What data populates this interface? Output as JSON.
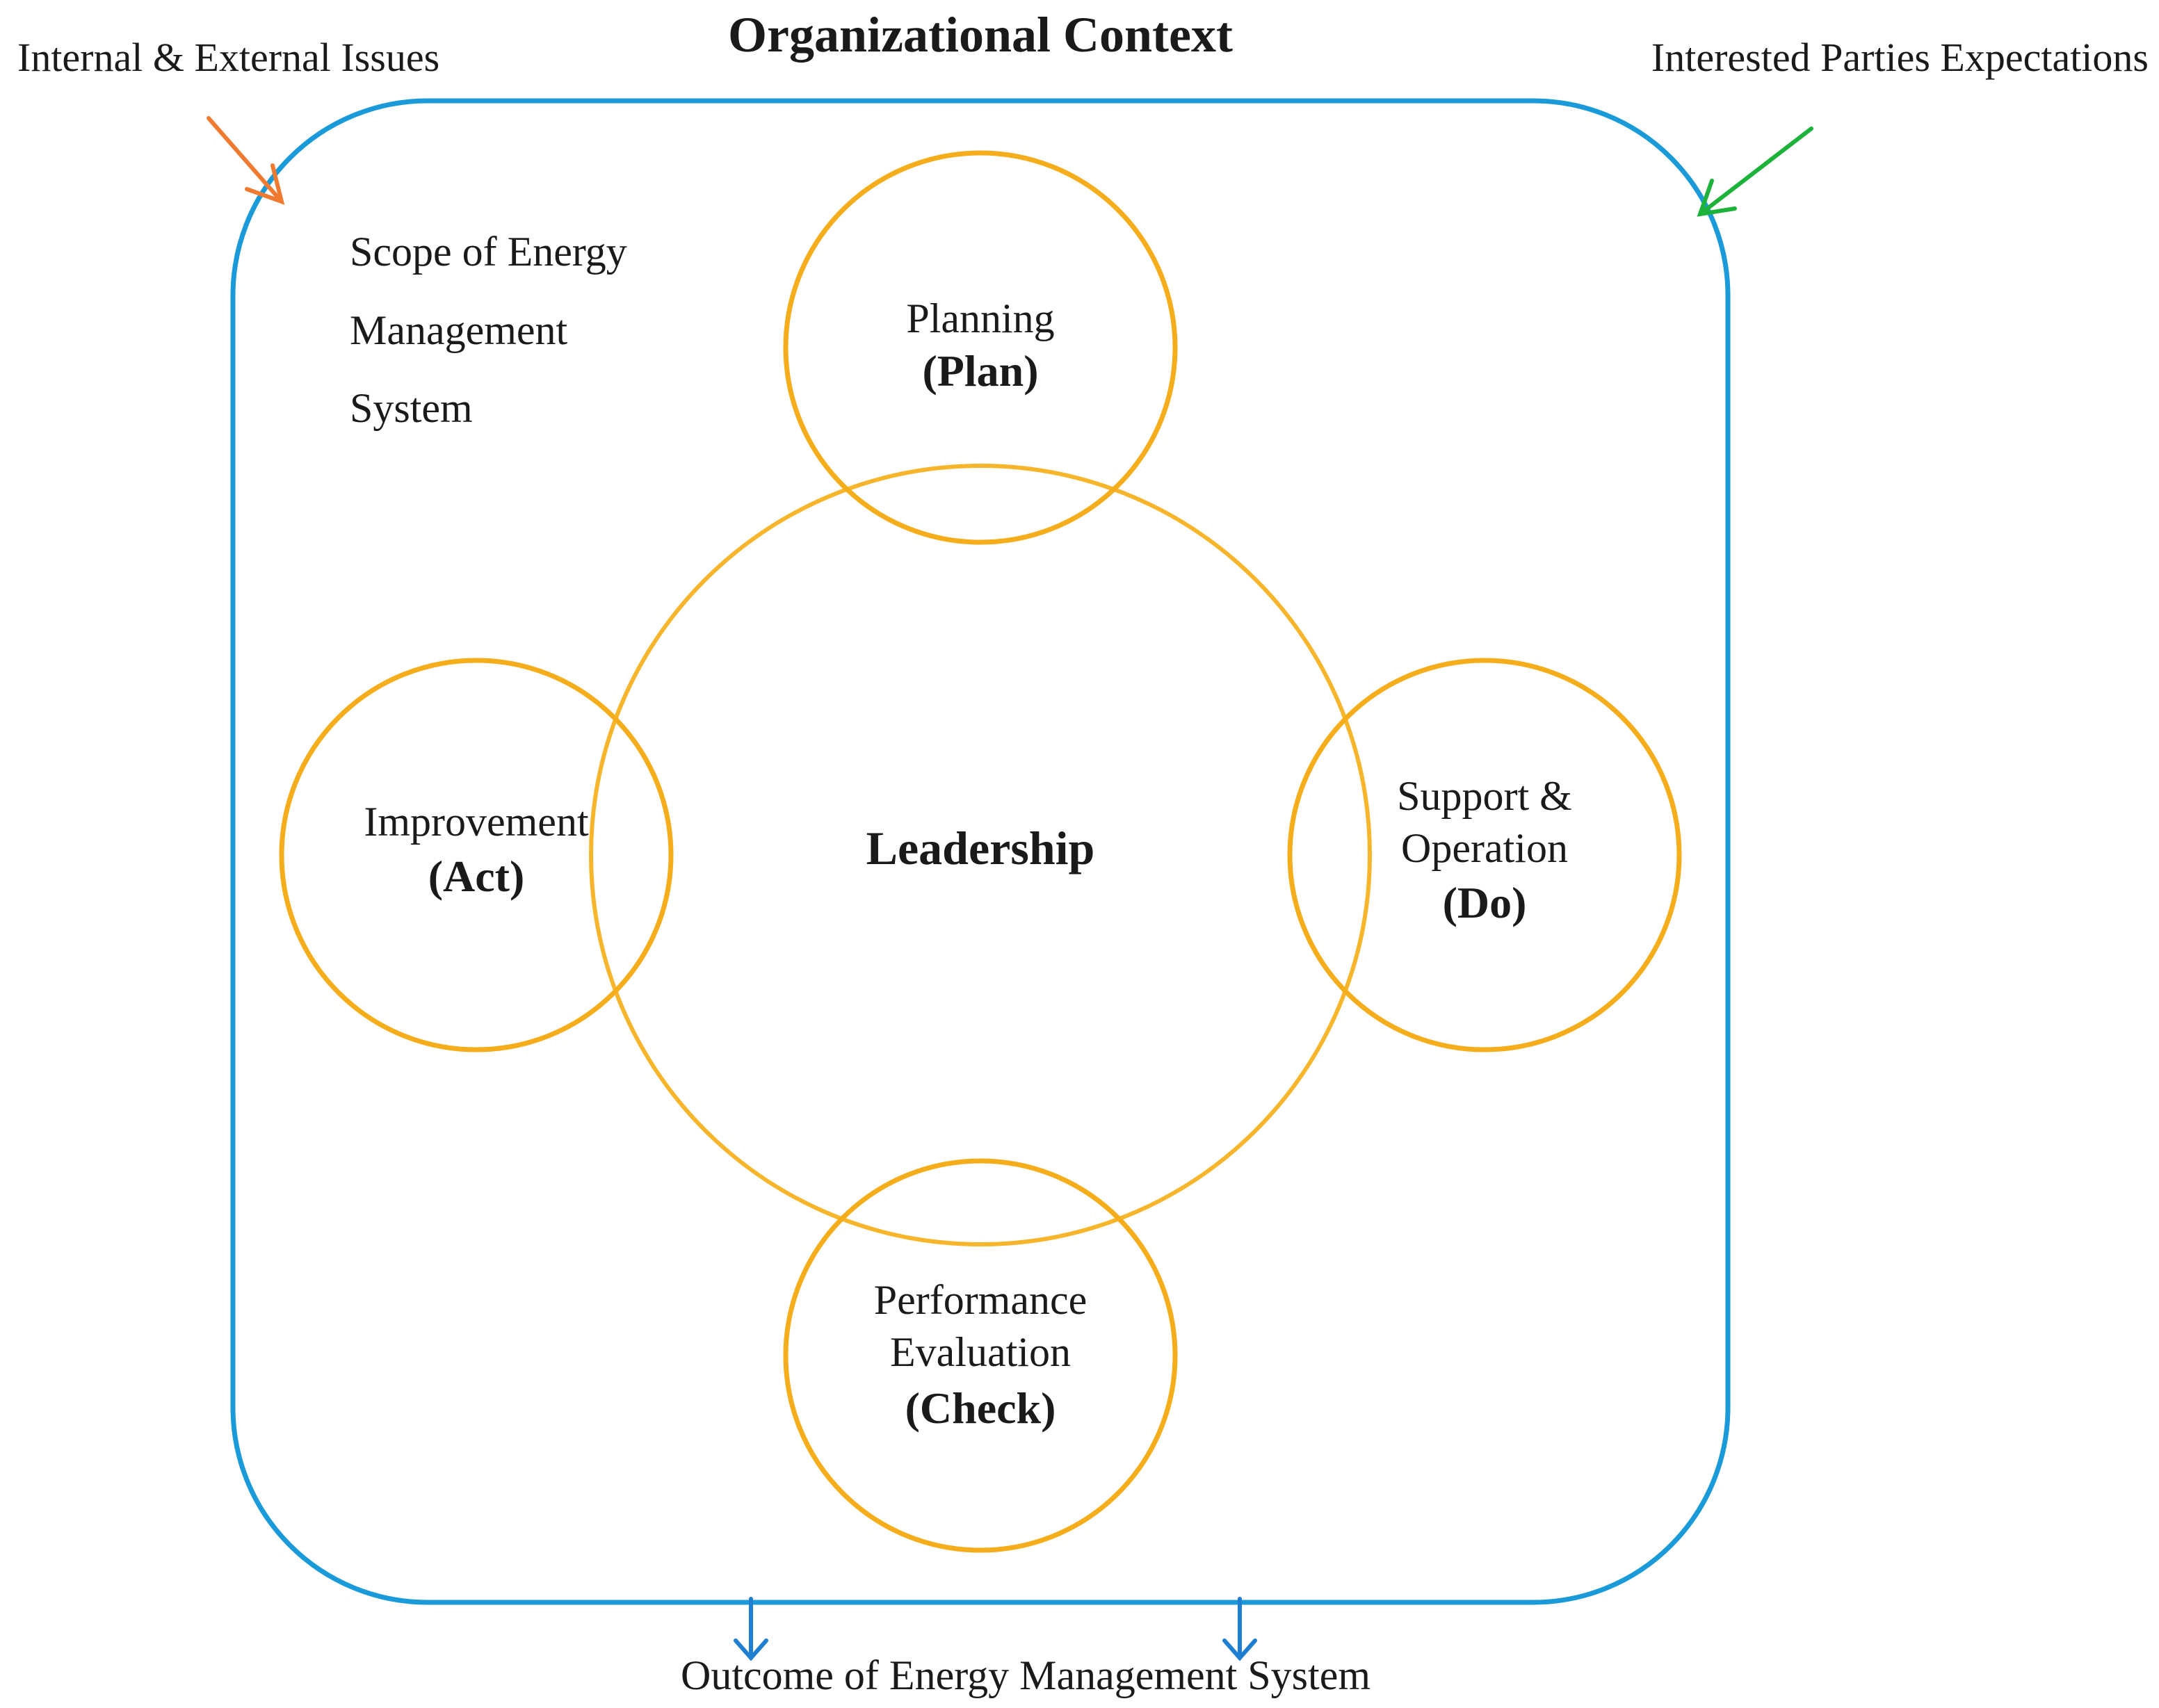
{
  "title": "Organizational Context",
  "inputs": {
    "internal_external": "Internal & External Issues",
    "interested_parties": "Interested Parties Expectations"
  },
  "scope": {
    "line1": "Scope of Energy",
    "line2": "Management",
    "line3": "System"
  },
  "center": {
    "label": "Leadership"
  },
  "nodes": {
    "plan": {
      "line1": "Planning",
      "bold": "(Plan)"
    },
    "do": {
      "line1": "Support &",
      "line2": "Operation",
      "bold": "(Do)"
    },
    "check": {
      "line1": "Performance",
      "line2": "Evaluation",
      "bold": "(Check)"
    },
    "act": {
      "line1": "Improvement",
      "bold": "(Act)"
    }
  },
  "outcome": "Outcome of Energy Management System",
  "colors": {
    "frame": "#1b9ad9",
    "circles": "#f5ad1b",
    "center_circle": "#f7b52c",
    "arrow_internal": "#f07a30",
    "arrow_interested": "#1db33a",
    "arrow_outcome": "#1e7fd0"
  },
  "icons": {
    "internal_arrow": "arrow-down-right-icon",
    "interested_arrow": "arrow-down-left-icon",
    "outcome_arrows": "arrow-down-icon"
  }
}
